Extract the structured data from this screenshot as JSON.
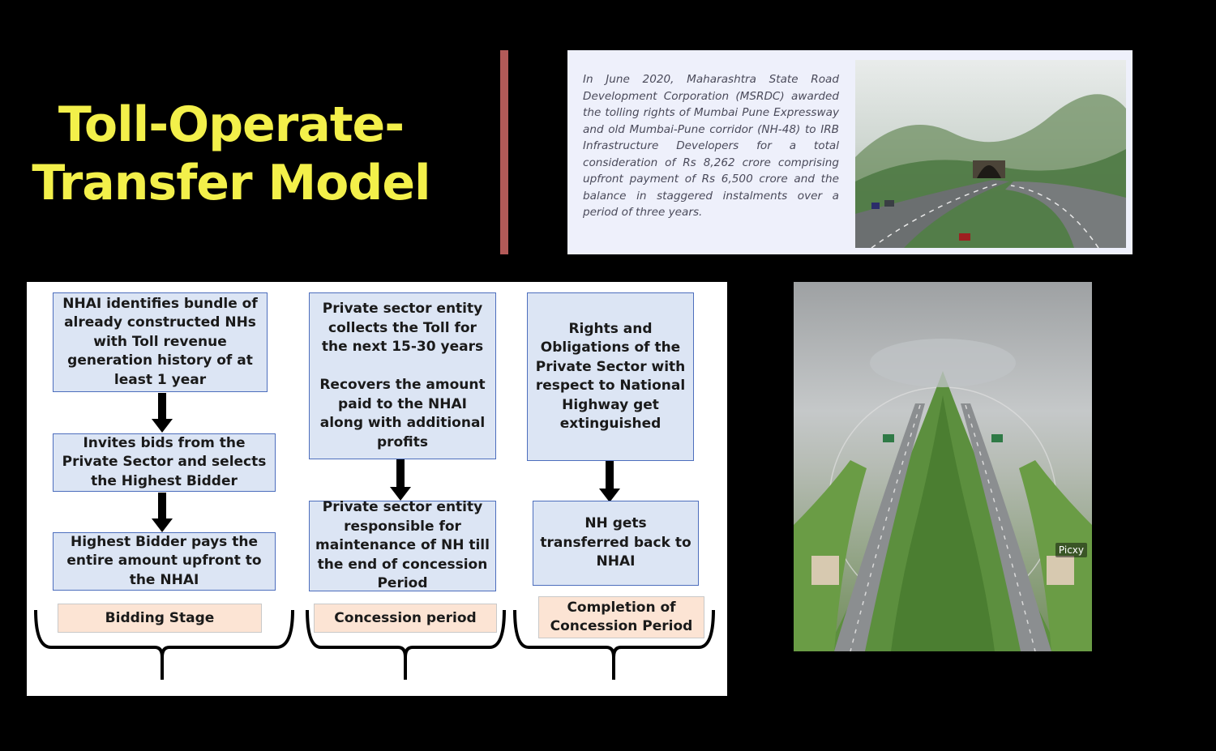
{
  "title": "Toll-Operate-\nTransfer Model",
  "news": {
    "text": "In June 2020, Maharashtra State Road Development Corporation (MSRDC) awarded the tolling rights of Mumbai Pune Expressway and old Mumbai-Pune corridor (NH-48) to IRB Infrastructure Developers for a total consideration of Rs 8,262 crore comprising upfront payment of Rs 6,500 crore and the balance in staggered instalments over a period of three years."
  },
  "flowchart": {
    "columns": [
      {
        "boxes": [
          "NHAI identifies bundle of already constructed NHs with Toll revenue generation history of at least 1 year",
          "Invites bids from the Private Sector and selects the Highest Bidder",
          "Highest Bidder pays the entire amount upfront to the NHAI"
        ],
        "stage": "Bidding Stage"
      },
      {
        "boxes": [
          "Private sector entity collects the Toll for the next 15-30 years\n\nRecovers the amount paid to the NHAI along with additional profits",
          "Private sector entity responsible for maintenance of NH till the end of concession Period"
        ],
        "stage": "Concession period"
      },
      {
        "boxes": [
          "Rights and Obligations of the Private Sector with respect to National Highway get extinguished",
          "NH gets transferred back to NHAI"
        ],
        "stage": "Completion of\nConcession Period"
      }
    ]
  },
  "photo": {
    "watermark": "Picxy"
  },
  "colors": {
    "title": "#f3f04a",
    "divider": "#b35a58",
    "box_fill": "#dce5f4",
    "box_border": "#4d6ebd",
    "stage_fill": "#fce4d4"
  }
}
